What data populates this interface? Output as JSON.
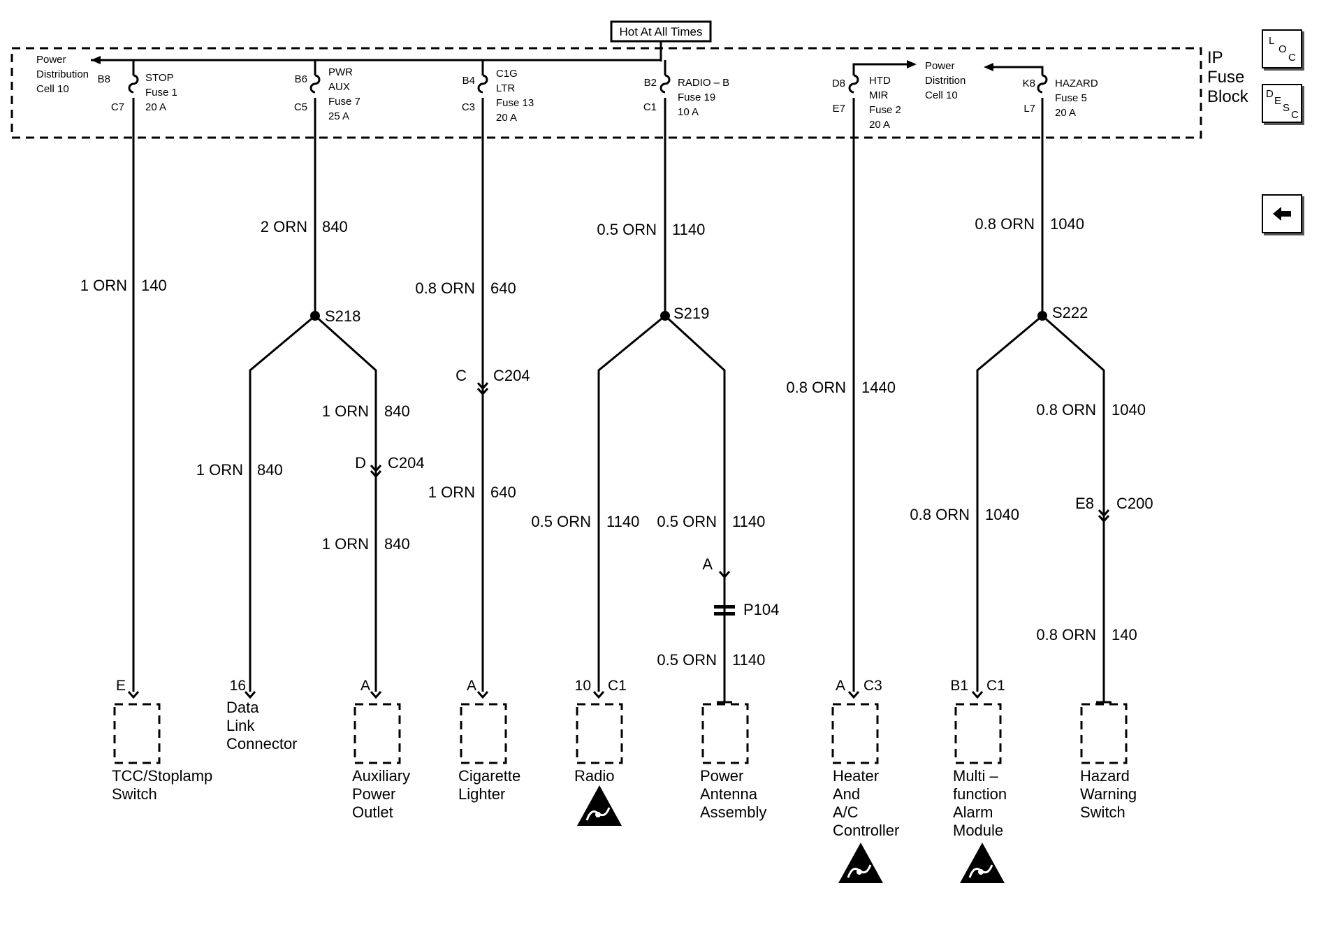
{
  "header": {
    "hot_label": "Hot At All Times"
  },
  "fuse_block": {
    "label_line1": "IP",
    "label_line2": "Fuse",
    "label_line3": "Block",
    "power_dist_left": [
      "Power",
      "Distribution",
      "Cell 10"
    ],
    "power_dist_right": [
      "Power",
      "Distrition",
      "Cell 10"
    ]
  },
  "fuses": [
    {
      "in_pin": "B8",
      "out_pin": "C7",
      "lines": [
        "STOP",
        "Fuse 1",
        "20 A"
      ]
    },
    {
      "in_pin": "B6",
      "out_pin": "C5",
      "lines": [
        "PWR",
        "AUX",
        "Fuse 7",
        "25 A"
      ]
    },
    {
      "in_pin": "B4",
      "out_pin": "C3",
      "lines": [
        "C1G",
        "LTR",
        "Fuse 13",
        "20 A"
      ]
    },
    {
      "in_pin": "B2",
      "out_pin": "C1",
      "lines": [
        "RADIO – B",
        "Fuse 19",
        "10 A"
      ]
    },
    {
      "in_pin": "D8",
      "out_pin": "E7",
      "lines": [
        "HTD",
        "MIR",
        "Fuse 2",
        "20 A"
      ]
    },
    {
      "in_pin": "K8",
      "out_pin": "L7",
      "lines": [
        "HAZARD",
        "Fuse 5",
        "20 A"
      ]
    }
  ],
  "wires": {
    "w1_main": {
      "gauge": "1 ORN",
      "circuit": "140"
    },
    "w2_main": {
      "gauge": "2 ORN",
      "circuit": "840"
    },
    "w2_left": {
      "gauge": "1 ORN",
      "circuit": "840"
    },
    "w2_right_top": {
      "gauge": "1 ORN",
      "circuit": "840"
    },
    "w2_right_bottom": {
      "gauge": "1 ORN",
      "circuit": "840"
    },
    "w3_top": {
      "gauge": "0.8 ORN",
      "circuit": "640"
    },
    "w3_bottom": {
      "gauge": "1 ORN",
      "circuit": "640"
    },
    "w4_main": {
      "gauge": "0.5 ORN",
      "circuit": "1140"
    },
    "w4_left": {
      "gauge": "0.5 ORN",
      "circuit": "1140"
    },
    "w4_right_top": {
      "gauge": "0.5 ORN",
      "circuit": "1140"
    },
    "w4_right_bottom": {
      "gauge": "0.5 ORN",
      "circuit": "1140"
    },
    "w5_main": {
      "gauge": "0.8 ORN",
      "circuit": "1440"
    },
    "w6_main": {
      "gauge": "0.8 ORN",
      "circuit": "1040"
    },
    "w6_left": {
      "gauge": "0.8 ORN",
      "circuit": "1040"
    },
    "w6_right_top": {
      "gauge": "0.8 ORN",
      "circuit": "1040"
    },
    "w6_right_bottom": {
      "gauge": "0.8 ORN",
      "circuit": "140"
    }
  },
  "splices": {
    "s218": "S218",
    "s219": "S219",
    "s222": "S222"
  },
  "connectors": {
    "c204_a": {
      "pin": "C",
      "name": "C204"
    },
    "c204_b": {
      "pin": "D",
      "name": "C204"
    },
    "c200": {
      "pin": "E8",
      "name": "C200"
    },
    "p104": {
      "name": "P104"
    },
    "antenna_pin": "A"
  },
  "components": [
    {
      "pin": "E",
      "conn": "",
      "lines": [
        "TCC/Stoplamp",
        "Switch"
      ]
    },
    {
      "pin": "16",
      "conn": "",
      "lines": [
        "Data",
        "Link",
        "Connector"
      ]
    },
    {
      "pin": "A",
      "conn": "",
      "lines": [
        "Auxiliary",
        "Power",
        "Outlet"
      ]
    },
    {
      "pin": "A",
      "conn": "",
      "lines": [
        "Cigarette",
        "Lighter"
      ]
    },
    {
      "pin": "10",
      "conn": "C1",
      "lines": [
        "Radio"
      ]
    },
    {
      "pin": "",
      "conn": "",
      "lines": [
        "Power",
        "Antenna",
        "Assembly"
      ]
    },
    {
      "pin": "A",
      "conn": "C3",
      "lines": [
        "Heater",
        "And",
        "A/C",
        "Controller"
      ]
    },
    {
      "pin": "B1",
      "conn": "C1",
      "lines": [
        "Multi –",
        "function",
        "Alarm",
        "Module"
      ]
    },
    {
      "pin": "",
      "conn": "",
      "lines": [
        "Hazard",
        "Warning",
        "Switch"
      ]
    }
  ],
  "nav": {
    "loc": {
      "a": "L",
      "b": "O",
      "c": "C"
    },
    "desc": {
      "a": "D",
      "b": "E",
      "c": "S",
      "d": "C"
    },
    "back_icon": "arrow-left-icon"
  }
}
